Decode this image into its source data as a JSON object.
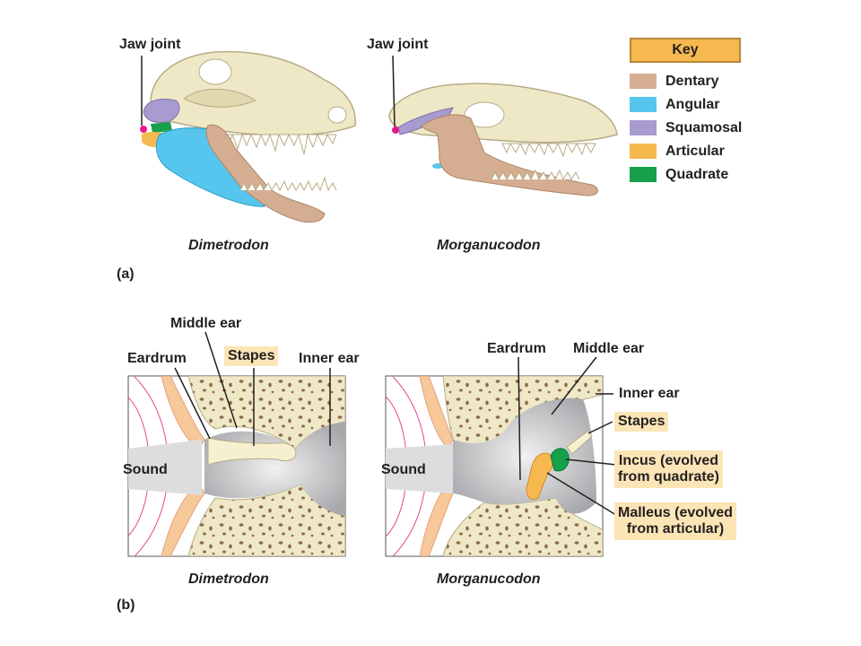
{
  "top": {
    "panel_label": "(a)",
    "left_jaw_joint": "Jaw joint",
    "right_jaw_joint": "Jaw joint",
    "left_caption": "Dimetrodon",
    "right_caption": "Morganucodon"
  },
  "key": {
    "title": "Key",
    "items": [
      {
        "label": "Dentary",
        "color": "#d5ae92"
      },
      {
        "label": "Angular",
        "color": "#56c6ee"
      },
      {
        "label": "Squamosal",
        "color": "#a89bd0"
      },
      {
        "label": "Articular",
        "color": "#f6b94f"
      },
      {
        "label": "Quadrate",
        "color": "#16a04a"
      }
    ]
  },
  "bottom": {
    "panel_label": "(b)",
    "left": {
      "middle_ear": "Middle ear",
      "eardrum": "Eardrum",
      "stapes": "Stapes",
      "inner_ear": "Inner ear",
      "sound": "Sound",
      "caption": "Dimetrodon"
    },
    "right": {
      "eardrum": "Eardrum",
      "middle_ear": "Middle ear",
      "inner_ear": "Inner ear",
      "stapes": "Stapes",
      "incus_line1": "Incus (evolved",
      "incus_line2": "from quadrate)",
      "malleus_line1": "Malleus (evolved",
      "malleus_line2": "from articular)",
      "sound": "Sound",
      "caption": "Morganucodon"
    }
  },
  "colors": {
    "bone": "#efe8c6",
    "bone_edge": "#b7ab86",
    "cavity": "#c9c9cb",
    "skin": "#f6c89a",
    "sound_wave": "#e64796",
    "joint_dot": "#e6198a"
  }
}
